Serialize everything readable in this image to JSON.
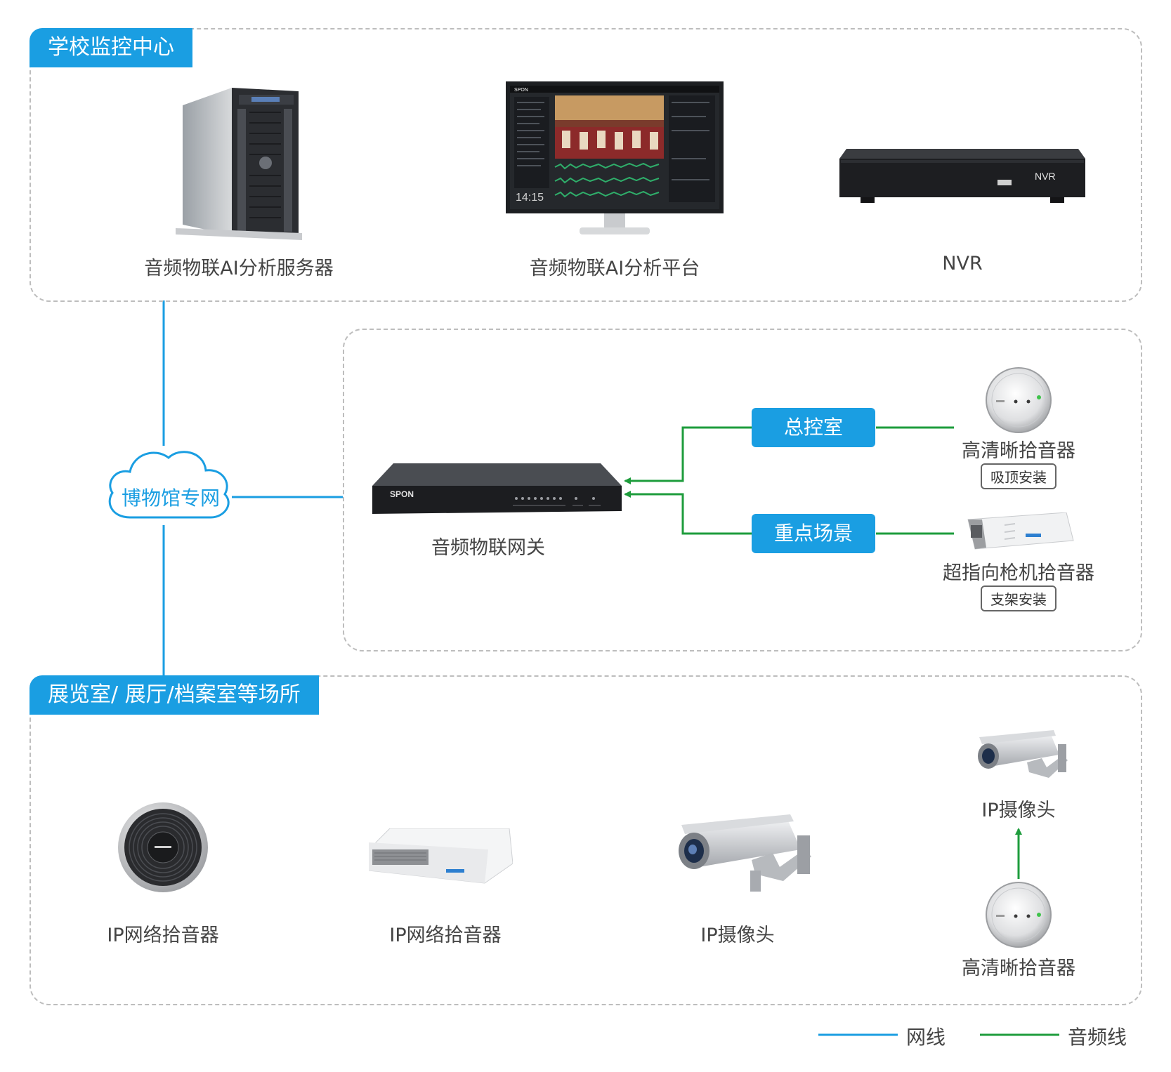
{
  "zones": {
    "control_center": {
      "title": "学校监控中心"
    },
    "sites": {
      "title": "展览室/ 展厅/档案室等场所"
    }
  },
  "network": {
    "label": "博物馆专网"
  },
  "control_center": {
    "server_label": "音频物联AI分析服务器",
    "platform_label": "音频物联AI分析平台",
    "nvr_label": "NVR",
    "nvr_brand": "NVR",
    "monitor_brand": "SPON",
    "monitor_clock": "14:15"
  },
  "gateway": {
    "label": "音频物联网关",
    "brand": "SPON",
    "scenes": [
      {
        "name": "总控室",
        "device_label": "高清晰拾音器",
        "install": "吸顶安装"
      },
      {
        "name": "重点场景",
        "device_label": "超指向枪机拾音器",
        "install": "支架安装"
      }
    ]
  },
  "sites": {
    "items": [
      {
        "label": "IP网络拾音器"
      },
      {
        "label": "IP网络拾音器"
      },
      {
        "label": "IP摄像头"
      }
    ],
    "pair": {
      "camera_label": "IP摄像头",
      "pickup_label": "高清晰拾音器"
    }
  },
  "legend": {
    "network": {
      "label": "网线",
      "color": "#1a9ee2"
    },
    "audio": {
      "label": "音频线",
      "color": "#1e9c3c"
    }
  }
}
